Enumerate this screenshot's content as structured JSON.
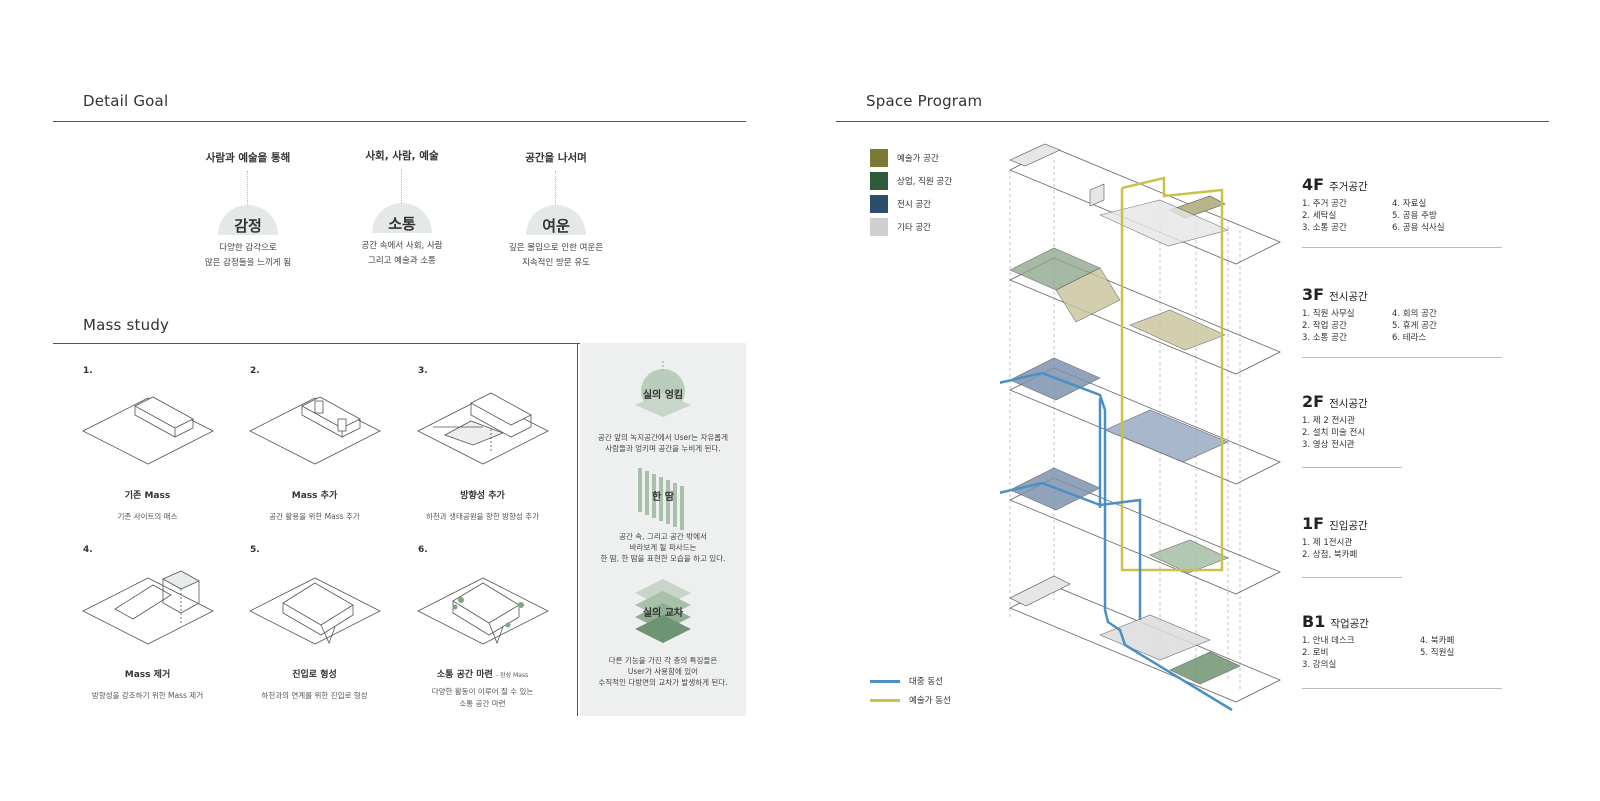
{
  "detail_goal": {
    "title": "Detail Goal",
    "items": [
      {
        "caption": "사람과 예술을 통해",
        "keyword": "감정",
        "desc1": "다양한 감각으로",
        "desc2": "많은 감정들을 느끼게 됨"
      },
      {
        "caption": "사회, 사람, 예술",
        "keyword": "소통",
        "desc1": "공간 속에서 사회, 사람",
        "desc2": "그리고 예술과 소통"
      },
      {
        "caption": "공간을 나서며",
        "keyword": "여운",
        "desc1": "깊은 몰입으로 인한 여운은",
        "desc2": "지속적인 방문 유도"
      }
    ]
  },
  "mass_study": {
    "title": "Mass study",
    "steps": [
      {
        "num": "1.",
        "title": "기존 Mass",
        "sub": "기존 사이트의 매스"
      },
      {
        "num": "2.",
        "title": "Mass 추가",
        "sub": "공간 활용을 위한 Mass 추가"
      },
      {
        "num": "3.",
        "title": "방향성 추가",
        "sub": "하천과 생태공원을 향한 방향성 추가"
      },
      {
        "num": "4.",
        "title": "Mass 제거",
        "sub": "방향성을 강조하기 위한 Mass 제거"
      },
      {
        "num": "5.",
        "title": "진입로 형성",
        "sub": "하천과의 연계를 위한 진입로 형성"
      },
      {
        "num": "6.",
        "title": "소통 공간 마련",
        "tag": "- 완성 Mass",
        "sub": "다양한 활동이 이루어 질 수 있는",
        "sub2": "소통 공간 마련"
      }
    ],
    "concepts": [
      {
        "label": "실의 엉킴",
        "line1": "공간 앞의 녹지공간에서 User는 자유롭게",
        "line2": "사람들과 엉키며 공간을 누비게 된다."
      },
      {
        "label": "한 땀",
        "line1": "공간 속, 그리고 공간 밖에서",
        "line2": "바라보게 될 파사드는",
        "line3": "한 땀, 한 땀을 표현한 모습을 하고 있다."
      },
      {
        "label": "실의 교차",
        "line1": "다른 기능을 가진 각 층의 특징들은",
        "line2": "User가 사용함에 있어",
        "line3": "수직적인 다방면의 교차가 발생하게 된다."
      }
    ]
  },
  "space_program": {
    "title": "Space Program",
    "legend": [
      {
        "label": "예술가 공간",
        "color": "#7a7a35"
      },
      {
        "label": "상업, 직원 공간",
        "color": "#2f5a3a"
      },
      {
        "label": "전시 공간",
        "color": "#2e4d6b"
      },
      {
        "label": "기타 공간",
        "color": "#cfcfcf"
      }
    ],
    "flows": [
      {
        "label": "대중 동선",
        "color": "#4a90c2"
      },
      {
        "label": "예술가 동선",
        "color": "#c9c24a"
      }
    ],
    "floors": [
      {
        "level": "4F",
        "name": "주거공간",
        "col1": [
          "1. 주거 공간",
          "2. 세탁실",
          "3. 소통 공간"
        ],
        "col2": [
          "4. 자료실",
          "5. 공용 주방",
          "6. 공용 식사실"
        ]
      },
      {
        "level": "3F",
        "name": "전시공간",
        "col1": [
          "1. 직원 사무실",
          "2. 작업 공간",
          "3. 소통 공간"
        ],
        "col2": [
          "4. 회의 공간",
          "5. 휴게 공간",
          "6. 테라스"
        ]
      },
      {
        "level": "2F",
        "name": "전시공간",
        "col1": [
          "1. 제 2 전시관",
          "2. 설치 미술 전시",
          "3. 영상 전시관"
        ],
        "col2": []
      },
      {
        "level": "1F",
        "name": "진입공간",
        "col1": [
          "1. 제 1전시관",
          "2. 상점, 북카페"
        ],
        "col2": []
      },
      {
        "level": "B1",
        "name": "작업공간",
        "col1": [
          "1. 안내 데스크",
          "2. 로비",
          "3. 강의실"
        ],
        "col2": [
          "4. 북카페",
          "5. 직원실"
        ]
      }
    ]
  }
}
